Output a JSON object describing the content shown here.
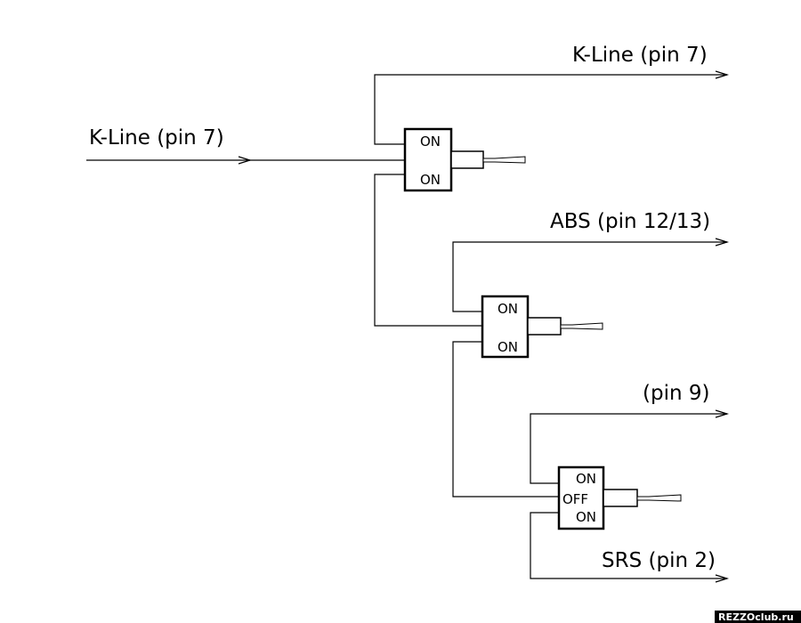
{
  "labels": {
    "input": "K-Line (pin 7)",
    "out_kline": "K-Line (pin 7)",
    "out_abs": "ABS (pin 12/13)",
    "out_pin9": "(pin 9)",
    "out_srs": "SRS (pin 2)"
  },
  "switches": {
    "sw1": {
      "top": "ON",
      "bottom": "ON"
    },
    "sw2": {
      "top": "ON",
      "bottom": "ON"
    },
    "sw3": {
      "top": "ON",
      "middle": "OFF",
      "bottom": "ON"
    }
  },
  "watermark": "REZZOclub.ru"
}
